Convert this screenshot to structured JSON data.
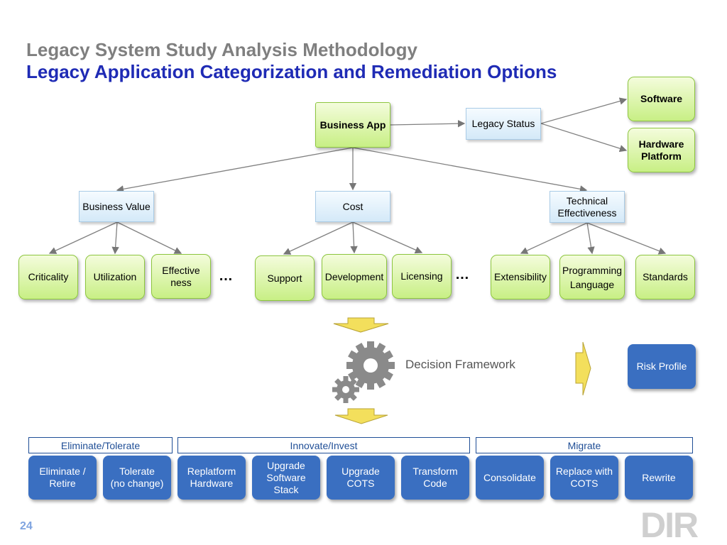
{
  "title": {
    "line1": "Legacy System Study Analysis Methodology",
    "line2": "Legacy Application Categorization and Remediation Options"
  },
  "nodes": {
    "business_app": "Business App",
    "legacy_status": "Legacy Status",
    "software": "Software",
    "hardware_platform": "Hardware\nPlatform",
    "business_value": "Business Value",
    "cost": "Cost",
    "technical_effectiveness": "Technical\nEffectiveness",
    "criticality": "Criticality",
    "utilization": "Utilization",
    "effectiveness": "Effective\nness",
    "support": "Support",
    "development": "Development",
    "licensing": "Licensing",
    "extensibility": "Extensibility",
    "programming_language": "Programming\nLanguage",
    "standards": "Standards",
    "ellipsis1": "…",
    "ellipsis2": "…"
  },
  "decision_framework": "Decision Framework",
  "risk_profile": "Risk Profile",
  "categories": [
    {
      "label": "Eliminate/Tolerate"
    },
    {
      "label": "Innovate/Invest"
    },
    {
      "label": "Migrate"
    }
  ],
  "options": [
    {
      "label": "Eliminate /\nRetire"
    },
    {
      "label": "Tolerate\n(no change)"
    },
    {
      "label": "Replatform\nHardware"
    },
    {
      "label": "Upgrade\nSoftware\nStack"
    },
    {
      "label": "Upgrade\nCOTS"
    },
    {
      "label": "Transform\nCode"
    },
    {
      "label": "Consolidate"
    },
    {
      "label": "Replace with\nCOTS"
    },
    {
      "label": "Rewrite"
    }
  ],
  "page_number": "24",
  "logo": {
    "text": "DIR"
  },
  "colors": {
    "title_gray": "#7f7f7f",
    "title_blue": "#1f2bb5",
    "green_fill": "#c8ef85",
    "green_border": "#8dc63f",
    "light_blue": "#d4e9f8",
    "option_blue": "#3a6fc1",
    "arrow_yellow": "#f3df5c",
    "gear_gray": "#8a8a8a"
  }
}
